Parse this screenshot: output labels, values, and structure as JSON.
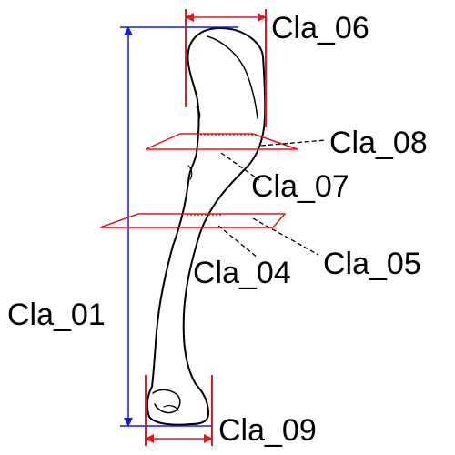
{
  "colors": {
    "vertical_measure": "#1a1adb",
    "plane_and_width": "#e8141e",
    "bone_outline": "#000000",
    "leader_line": "#000000",
    "background": "#ffffff"
  },
  "labels": {
    "cla_01": "Cla_01",
    "cla_04": "Cla_04",
    "cla_05": "Cla_05",
    "cla_06": "Cla_06",
    "cla_07": "Cla_07",
    "cla_08": "Cla_08",
    "cla_09": "Cla_09"
  }
}
